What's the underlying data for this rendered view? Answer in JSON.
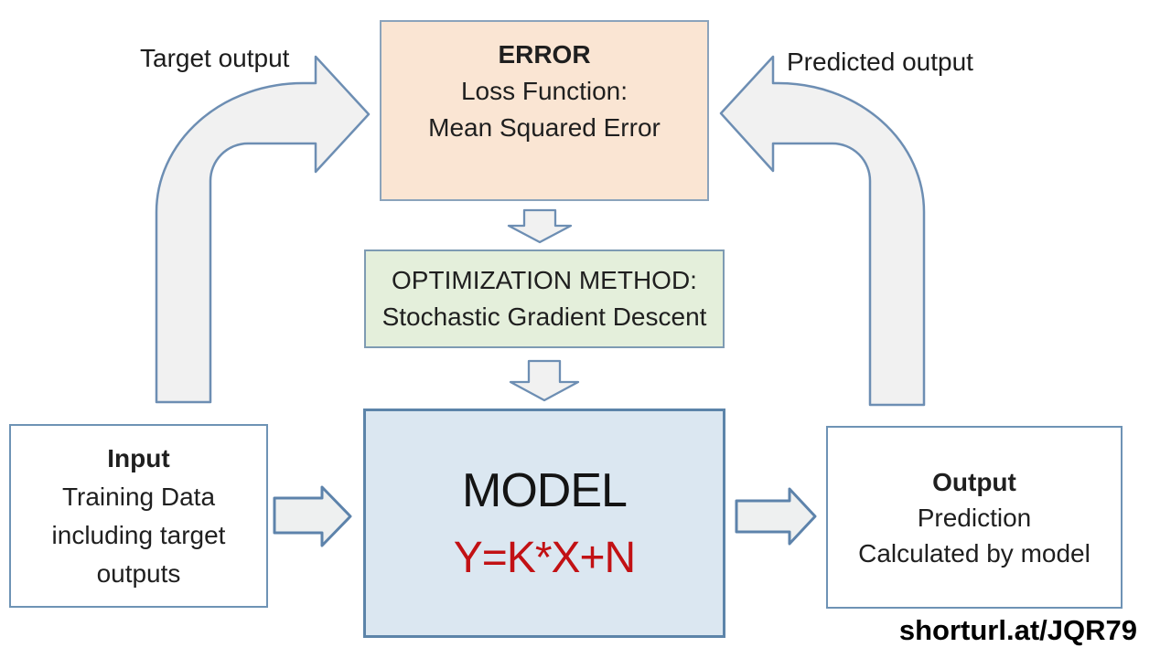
{
  "error_box": {
    "title": "ERROR",
    "line1": "Loss Function:",
    "line2": "Mean Squared Error"
  },
  "optimization_box": {
    "line1": "OPTIMIZATION METHOD:",
    "line2": "Stochastic Gradient Descent"
  },
  "model_box": {
    "title": "MODEL",
    "formula": "Y=K*X+N"
  },
  "input_box": {
    "title": "Input",
    "lines": [
      "Training Data",
      "including target",
      "outputs"
    ]
  },
  "output_box": {
    "title": "Output",
    "lines": [
      "Prediction",
      "Calculated by model"
    ]
  },
  "labels": {
    "target_output": "Target output",
    "predicted_output": "Predicted output"
  },
  "watermark": "shorturl.at/JQR79",
  "colors": {
    "error_box_fill": "#fae5d3",
    "optimization_box_fill": "#e4efdb",
    "model_box_fill": "#dbe7f1",
    "io_box_fill": "#ffffff",
    "box_border": "#7796b4",
    "arrow_fill": "#f1f1f1",
    "arrow_border": "#6d8eb3",
    "formula_red": "#c21114",
    "text": "#1f1f1f"
  }
}
